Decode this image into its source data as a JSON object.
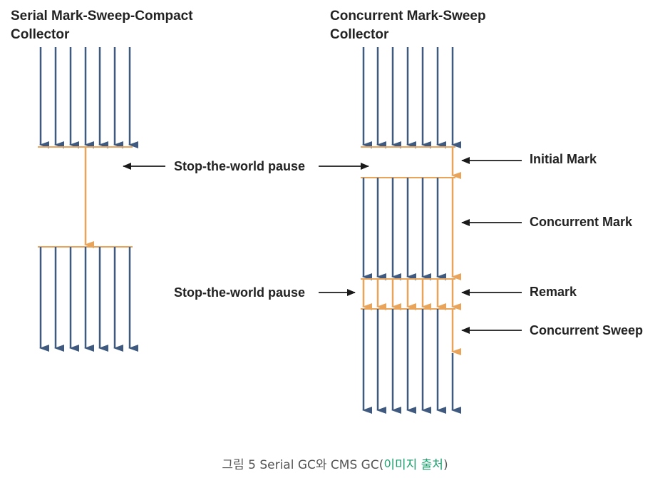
{
  "diagram": {
    "left_title": [
      "Serial Mark-Sweep-Compact",
      "Collector"
    ],
    "right_title": [
      "Concurrent Mark-Sweep",
      "Collector"
    ],
    "labels": {
      "stw_top": "Stop-the-world pause",
      "stw_bottom": "Stop-the-world pause",
      "initial_mark": "Initial Mark",
      "concurrent_mark": "Concurrent Mark",
      "remark": "Remark",
      "concurrent_sweep": "Concurrent Sweep"
    },
    "colors": {
      "thread": "#3f5a7e",
      "gc": "#e8a45a",
      "pointer": "#1a1a1a"
    }
  },
  "caption": {
    "prefix": "그림 5 Serial GC와 CMS GC(",
    "link": "이미지 출처",
    "suffix": ")"
  }
}
